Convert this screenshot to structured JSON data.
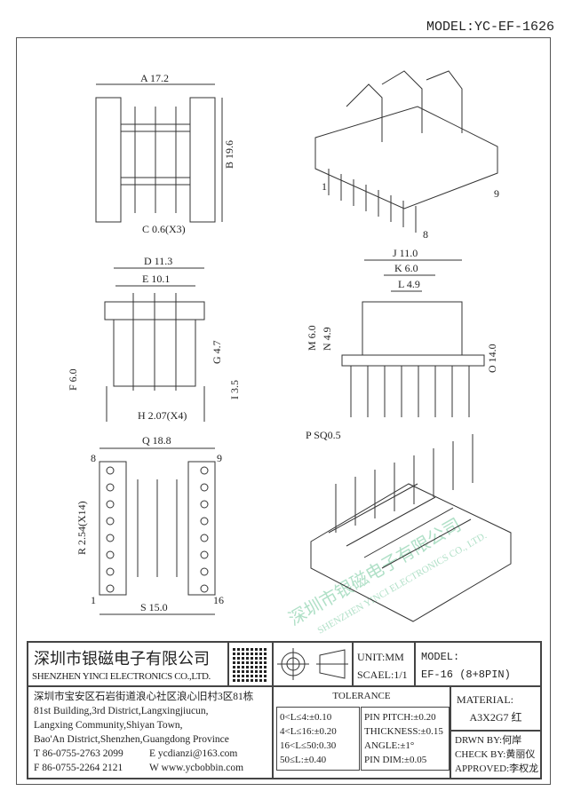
{
  "header": {
    "model": "MODEL:YC-EF-1626"
  },
  "watermark": {
    "cn": "深圳市银磁电子有限公司",
    "en": "SHENZHEN YINCI ELECTRONICS CO., LTD."
  },
  "dimensions": {
    "A": "A 17.2",
    "B": "B 19.6",
    "C": "C 0.6(X3)",
    "D": "D 11.3",
    "E": "E 10.1",
    "F": "F 6.0",
    "G": "G 4.7",
    "H": "H 2.07(X4)",
    "I": "I 3.5",
    "J": "J 11.0",
    "K": "K 6.0",
    "L": "L 4.9",
    "M": "M 6.0",
    "N": "N 4.9",
    "O": "O 14.0",
    "P": "P SQ0.5",
    "Q": "Q 18.8",
    "R": "R 2.54(X14)",
    "S": "S 15.0"
  },
  "pin_labels": {
    "p1": "1",
    "p8": "8",
    "p9": "9",
    "p16": "16",
    "iso1": "1",
    "iso8": "8",
    "iso9": "9"
  },
  "title_block": {
    "company_cn": "深圳市银磁电子有限公司",
    "company_en": "SHENZHEN YINCI ELECTRONICS CO.,LTD.",
    "address": [
      "深圳市宝安区石岩街道浪心社区浪心旧村3区81栋",
      "81st Building,3rd District,Langxingjiucun,",
      "Langxing Community,Shiyan Town,",
      "Bao'An District,Shenzhen,Guangdong Province"
    ],
    "tel": "T 86-0755-2763 2099",
    "email": "E ycdianzi@163.com",
    "fax": "F 86-0755-2264 2121",
    "web": "W www.ycbobbin.com",
    "unit": "UNIT:MM",
    "scale": "SCAEL:1/1",
    "model_label": "MODEL:",
    "model_value": "EF-16 (8+8PIN)",
    "tolerance_title": "TOLERANCE",
    "tol_length": [
      "0<L≤4:±0.10",
      "4<L≤16:±0.20",
      "16<L≤50:0.30",
      "50≤L:±0.40"
    ],
    "tol_other": [
      "PIN PITCH:±0.20",
      "THICKNESS:±0.15",
      "ANGLE:±1°",
      "PIN DIM:±0.05"
    ],
    "material_label": "MATERIAL:",
    "material_value": "A3X2G7 红",
    "drawn": "DRWN BY:何岸",
    "check": "CHECK BY:黄丽仪",
    "approved": "APPROVED:李权龙"
  }
}
